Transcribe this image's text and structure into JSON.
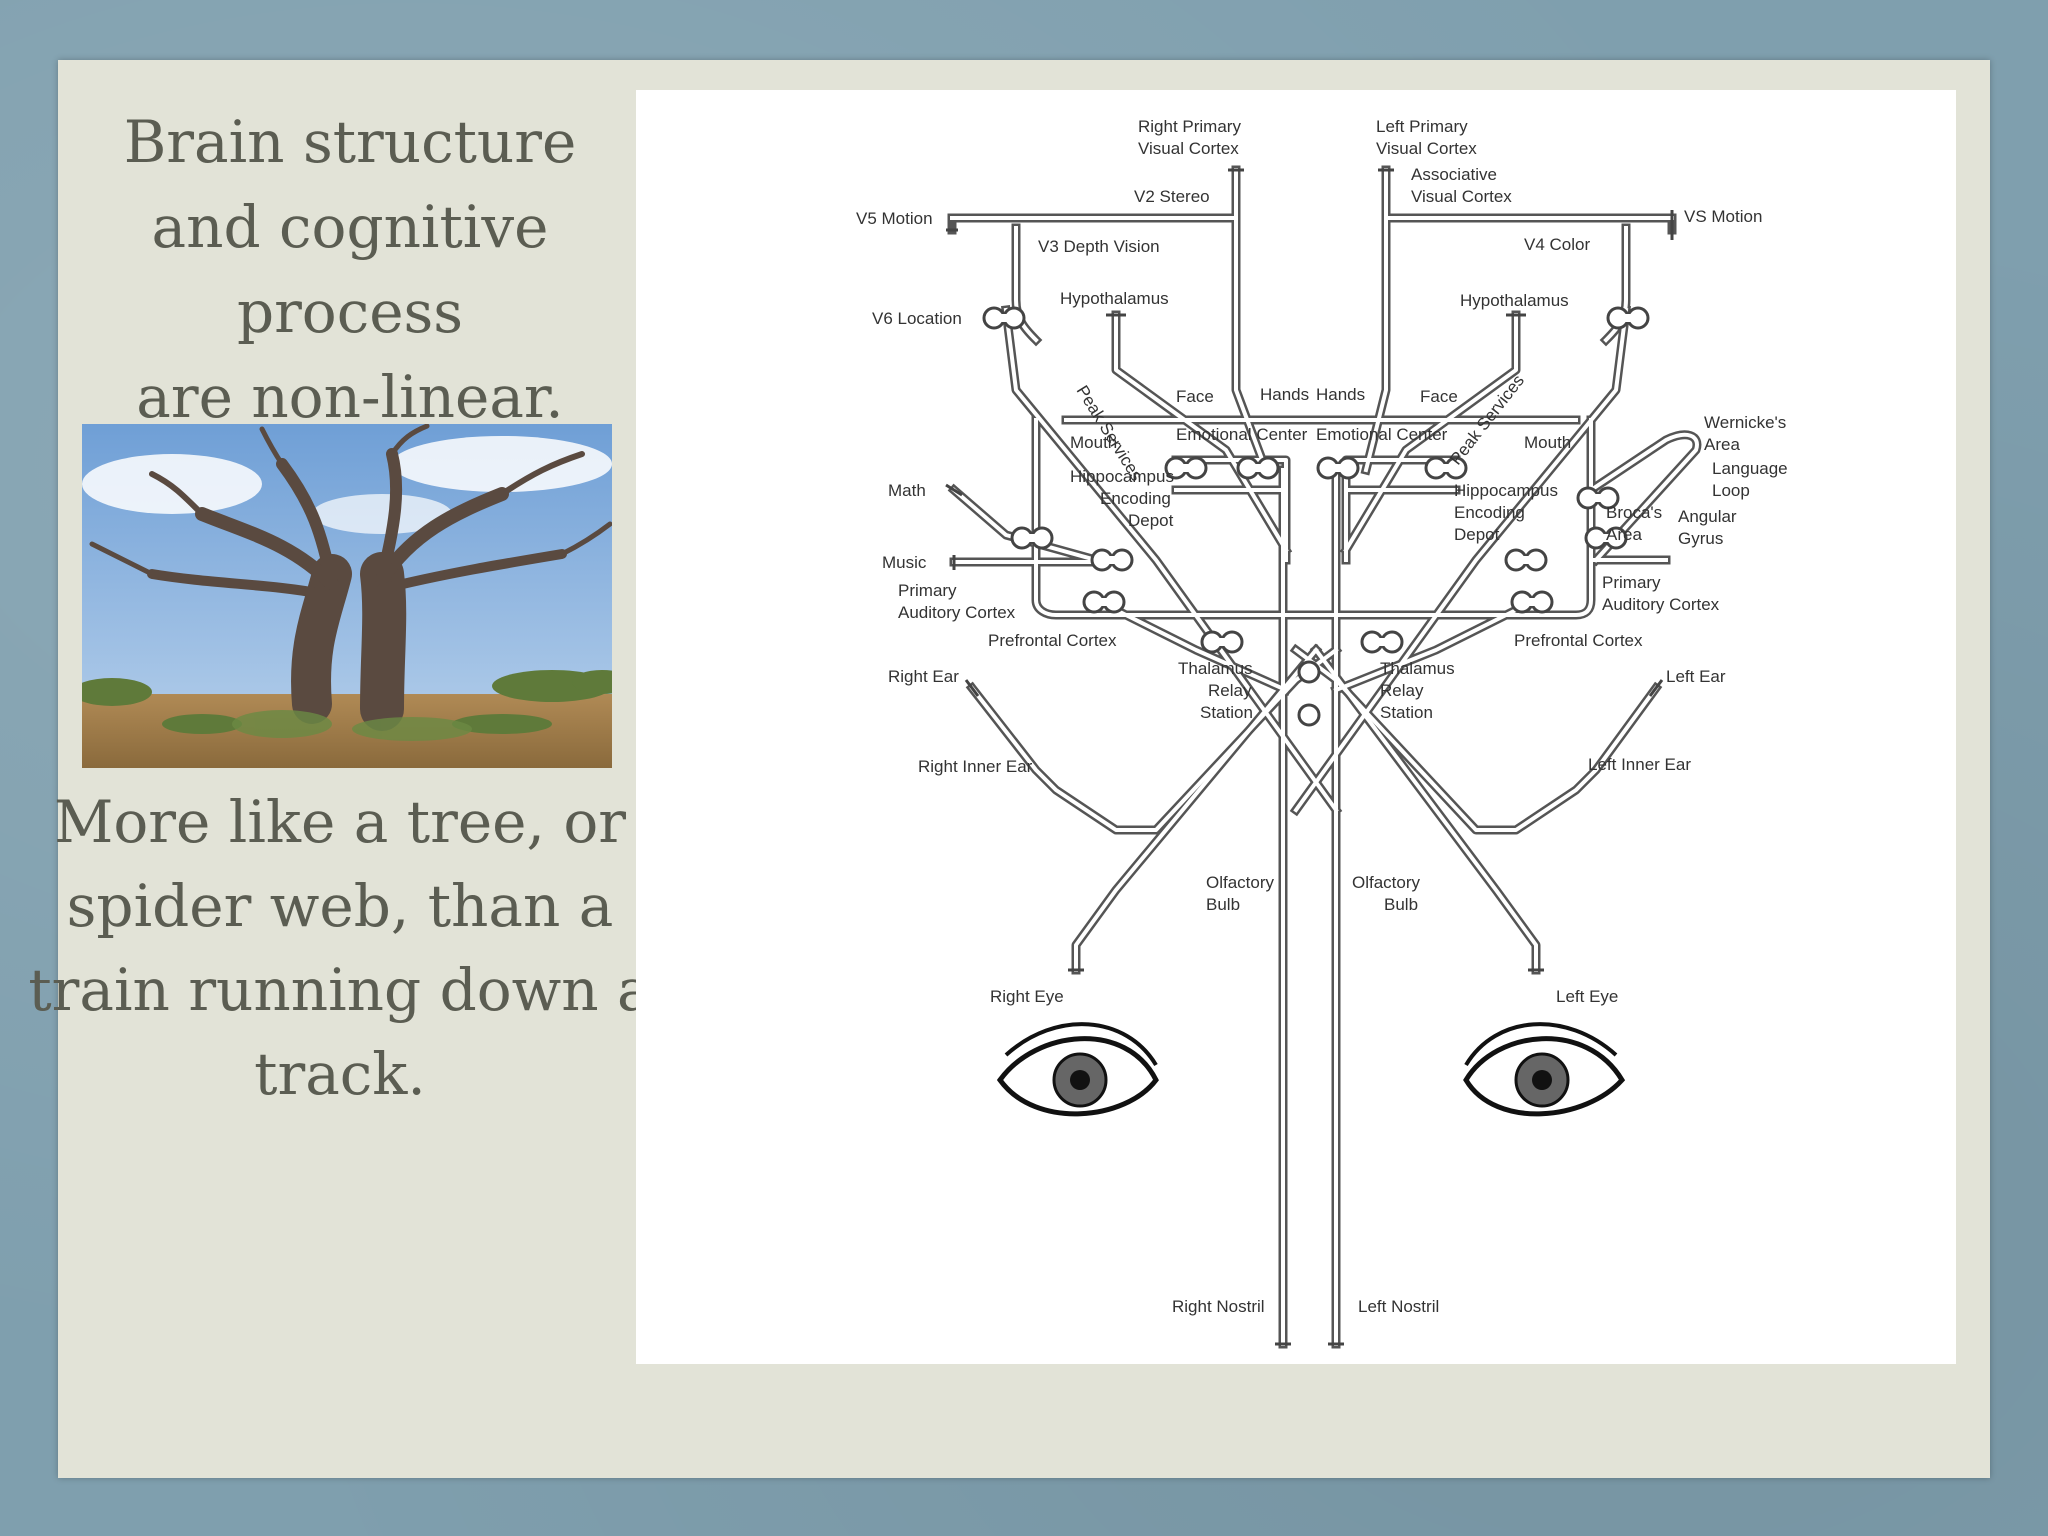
{
  "slide": {
    "title_lines": [
      "Brain structure",
      "and cognitive",
      "process",
      "are non-linear."
    ],
    "caption_lines": [
      "More like a tree, or",
      "spider web, than a",
      "train running down a",
      "track."
    ]
  },
  "photo": {
    "subject": "baobab-tree"
  },
  "diagram": {
    "labels": {
      "right_primary_1": "Right Primary",
      "right_primary_2": "Visual Cortex",
      "left_primary_1": "Left Primary",
      "left_primary_2": "Visual Cortex",
      "assoc_1": "Associative",
      "assoc_2": "Visual Cortex",
      "v2_stereo": "V2 Stereo",
      "v5_motion": "V5 Motion",
      "vs_motion": "VS Motion",
      "v3_depth": "V3 Depth Vision",
      "v4_color": "V4 Color",
      "v6_location": "V6 Location",
      "hypothalamus_r": "Hypothalamus",
      "hypothalamus_l": "Hypothalamus",
      "face_r": "Face",
      "face_l": "Face",
      "hands_r": "Hands",
      "hands_l": "Hands",
      "peak_services_r": "Peak Services",
      "peak_services_l": "Peak Services",
      "emotional_r": "Emotional Center",
      "emotional_l": "Emotional Center",
      "mouth_r": "Mouth",
      "mouth_l": "Mouth",
      "wernicke_1": "Wernicke's",
      "wernicke_2": "Area",
      "hippo_r_1": "Hippocampus",
      "hippo_r_2": "Encoding",
      "hippo_r_3": "Depot",
      "hippo_l_1": "Hippocampus",
      "hippo_l_2": "Encoding",
      "hippo_l_3": "Depot",
      "language_1": "Language",
      "language_2": "Loop",
      "math": "Math",
      "broca_1": "Broca's",
      "broca_2": "Area",
      "angular_1": "Angular",
      "angular_2": "Gyrus",
      "music": "Music",
      "primary_aud_r_1": "Primary",
      "primary_aud_r_2": "Auditory Cortex",
      "primary_aud_l_1": "Primary",
      "primary_aud_l_2": "Auditory Cortex",
      "prefrontal_r": "Prefrontal Cortex",
      "prefrontal_l": "Prefrontal Cortex",
      "thalamus_r_1": "Thalamus",
      "thalamus_r_2": "Relay",
      "thalamus_r_3": "Station",
      "thalamus_l_1": "Thalamus",
      "thalamus_l_2": "Relay",
      "thalamus_l_3": "Station",
      "right_ear": "Right Ear",
      "left_ear": "Left Ear",
      "right_inner_ear": "Right Inner Ear",
      "left_inner_ear": "Left Inner Ear",
      "olfactory_r_1": "Olfactory",
      "olfactory_r_2": "Bulb",
      "olfactory_l_1": "Olfactory",
      "olfactory_l_2": "Bulb",
      "right_eye": "Right Eye",
      "left_eye": "Left Eye",
      "right_nostril": "Right Nostril",
      "left_nostril": "Left Nostril"
    }
  }
}
